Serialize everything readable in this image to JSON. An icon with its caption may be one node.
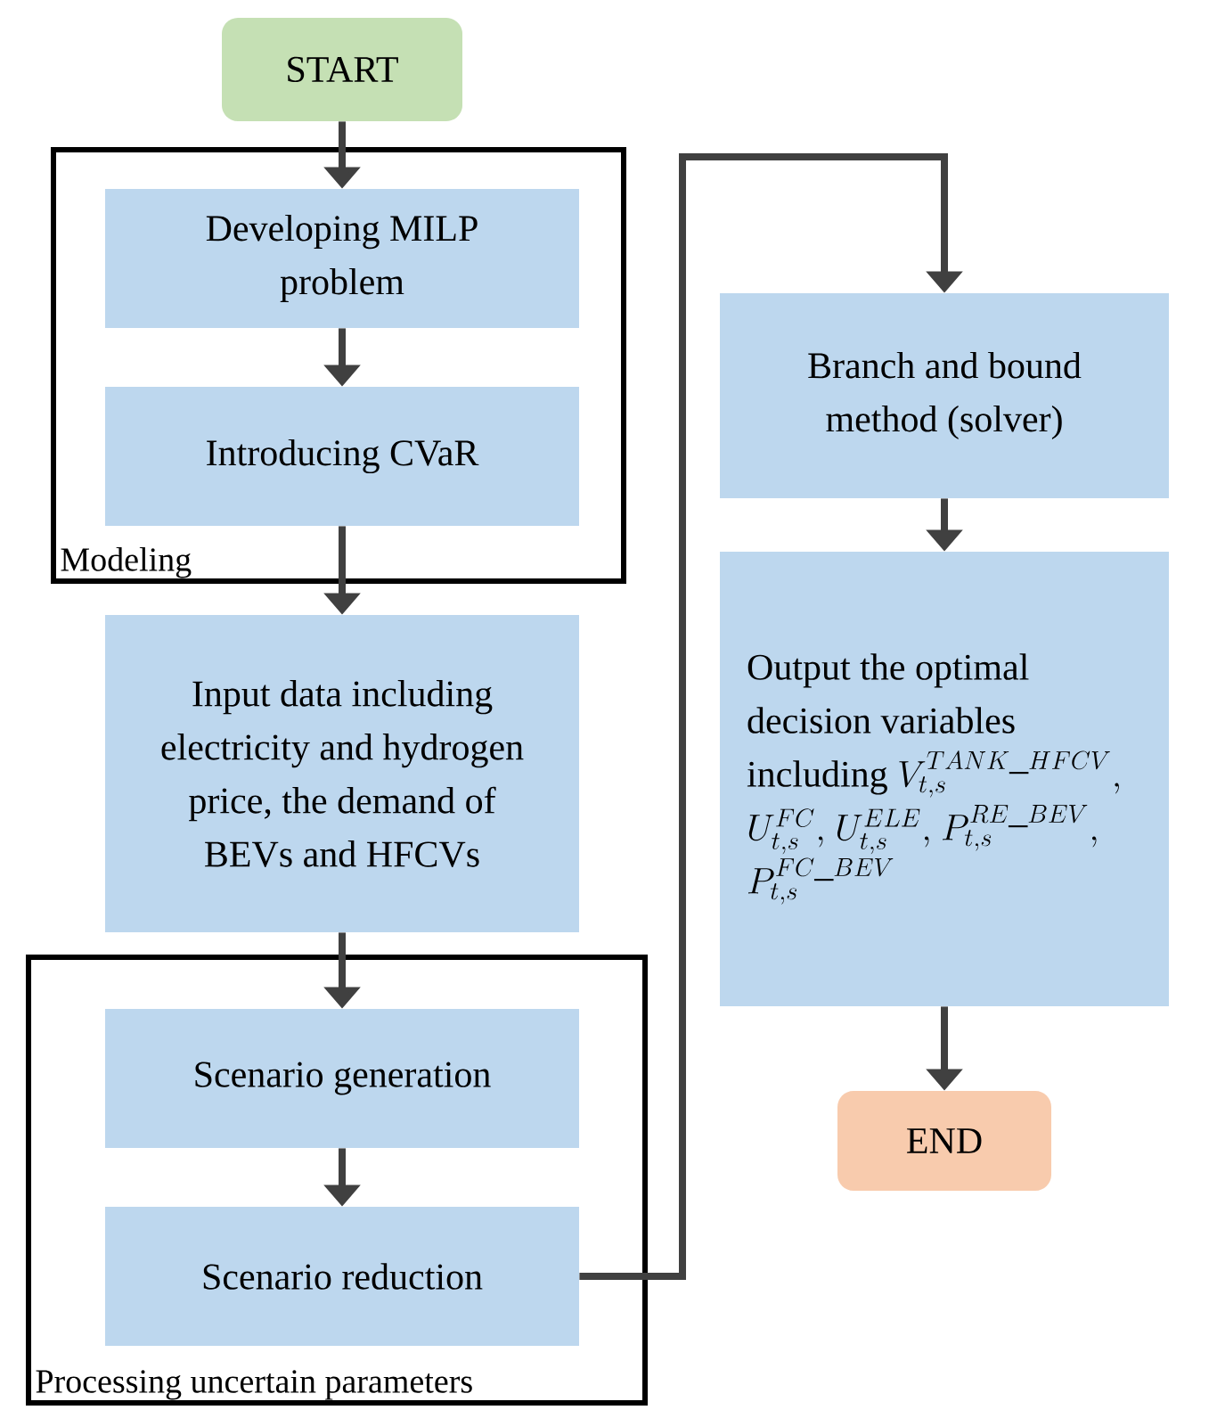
{
  "diagram": {
    "nodes": [
      {
        "text": [
          "START"
        ]
      },
      {
        "text": [
          "Modeling"
        ]
      },
      {
        "text": [
          "Developing MILP problem"
        ],
        "in": 1
      },
      {
        "text": [
          "Introducing CVaR"
        ],
        "in": 1
      },
      {
        "text": [
          "Input data including electricity and hydrogen price, the demand of BEVs and HFCVs"
        ]
      },
      {
        "text": [
          "Processing uncertain parameters"
        ]
      },
      {
        "text": [
          "Scenario generation"
        ],
        "in": 5
      },
      {
        "text": [
          "Scenario reduction"
        ],
        "in": 5
      },
      {
        "text": [
          "Branch and bound method (solver)"
        ]
      },
      {
        "text": [
          "Output the optimal decision variables including",
          "V_{t,s}^{TANK\\_HFCV},",
          "U_{t,s}^{FC},",
          "U_{t,s}^{ELE},",
          "P_{t,s}^{RE\\_BEV},",
          "P_{t,s}^{FC\\_BEV}"
        ]
      },
      {
        "text": [
          "END"
        ]
      }
    ],
    "edges": [
      {
        "from": 0,
        "to": 2,
        "arrow": "to"
      },
      {
        "from": 2,
        "to": 3,
        "arrow": "to"
      },
      {
        "from": 3,
        "to": 4,
        "arrow": "to"
      },
      {
        "from": 4,
        "to": 6,
        "arrow": "to"
      },
      {
        "from": 6,
        "to": 7,
        "arrow": "to"
      },
      {
        "from": 7,
        "to": 8,
        "arrow": "to"
      },
      {
        "from": 8,
        "to": 9,
        "arrow": "to"
      },
      {
        "from": 9,
        "to": 10,
        "arrow": "to"
      }
    ]
  }
}
